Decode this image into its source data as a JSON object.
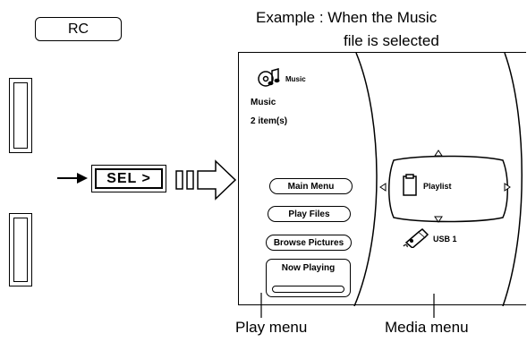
{
  "remote": {
    "label": "RC",
    "sel_button_label": "SEL >"
  },
  "example_caption": {
    "line1": "Example : When the Music",
    "line2": "file is selected"
  },
  "screen": {
    "header_title": "Music",
    "category": "Music",
    "item_count": "2 item(s)",
    "play_menu": {
      "items": [
        "Main Menu",
        "Play Files",
        "Browse Pictures",
        "Now Playing"
      ]
    },
    "media_menu": {
      "selected": "Playlist",
      "device": "USB 1"
    }
  },
  "labels": {
    "play_menu": "Play menu",
    "media_menu": "Media menu"
  }
}
